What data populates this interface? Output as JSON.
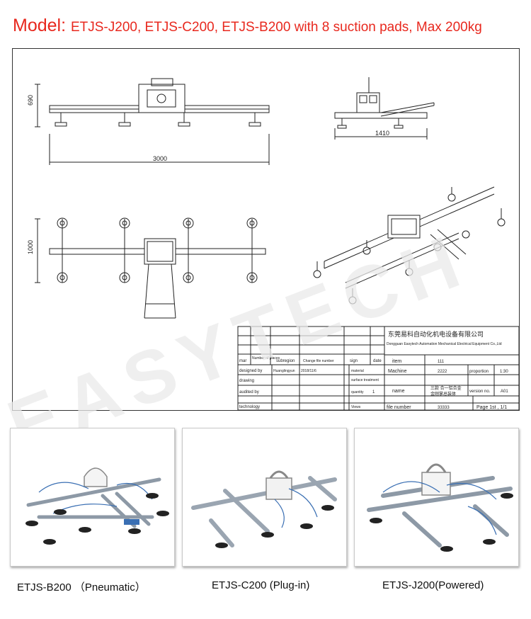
{
  "header": {
    "label": "Model: ",
    "text": "ETJS-J200, ETJS-C200, ETJS-B200 with 8 suction pads, Max 200kg"
  },
  "dimensions": {
    "front_height": "690",
    "front_width": "3000",
    "side_width": "1410",
    "top_height": "1000"
  },
  "title_block": {
    "company_cn": "东莞易科自动化机电设备有限公司",
    "company_en": "Dongguan Easytech Automation Mechanical Electrical Equipment Co.,Ltd",
    "mar": "mar",
    "number_of_places": "Number of places",
    "subregion": "subregion",
    "change_file_number": "Change file number",
    "sign": "sign",
    "date": "date",
    "designed_by": "designed by",
    "designer": "Huanglingyun",
    "design_date": "2018/11/6",
    "material": "material",
    "drawing": "drawing",
    "surface_treatment": "surface treatment",
    "audited_by": "audited by",
    "quantity": "quantity",
    "quantity_value": "1",
    "technology": "technology",
    "views": "Views",
    "item_label": "item",
    "item_value": "111",
    "machine_label": "Machine",
    "machine_value": "2222",
    "proportion_label": "proportion",
    "proportion_value": "1:30",
    "name_label": "name",
    "name_value_1": "三款 合一铝合金",
    "name_value_2": "金刚掌总装体",
    "version_label": "version no.",
    "version_value": "A01",
    "file_number_label": "file number",
    "file_number_value": "33333",
    "page_value": "Page 1st , 1/1"
  },
  "watermark": "EASYTECH",
  "products": [
    {
      "caption": "ETJS-B200 （Pneumatic）"
    },
    {
      "caption": "ETJS-C200 (Plug-in)"
    },
    {
      "caption": "ETJS-J200(Powered)"
    }
  ],
  "colors": {
    "header_red": "#e8281e",
    "line": "#222222",
    "watermark": "#e9e9e9"
  }
}
